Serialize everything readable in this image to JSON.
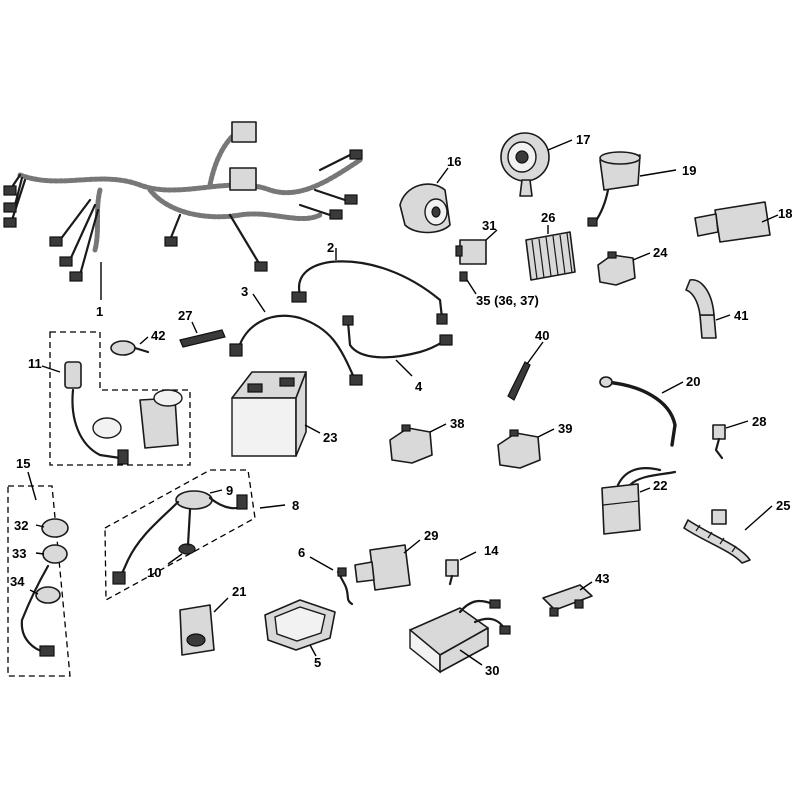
{
  "diagram": {
    "callouts": {
      "c1": "1",
      "c2": "2",
      "c3": "3",
      "c4": "4",
      "c5": "5",
      "c6": "6",
      "c8": "8",
      "c9": "9",
      "c10": "10",
      "c11": "11",
      "c14": "14",
      "c15": "15",
      "c16": "16",
      "c17": "17",
      "c18": "18",
      "c19": "19",
      "c20": "20",
      "c21": "21",
      "c22": "22",
      "c23": "23",
      "c24": "24",
      "c25": "25",
      "c26": "26",
      "c27": "27",
      "c28": "28",
      "c29": "29",
      "c30": "30",
      "c31": "31",
      "c32": "32",
      "c33": "33",
      "c34": "34",
      "c35": "35 (36, 37)",
      "c38": "38",
      "c39": "39",
      "c40": "40",
      "c41": "41",
      "c42": "42",
      "c43": "43"
    }
  }
}
